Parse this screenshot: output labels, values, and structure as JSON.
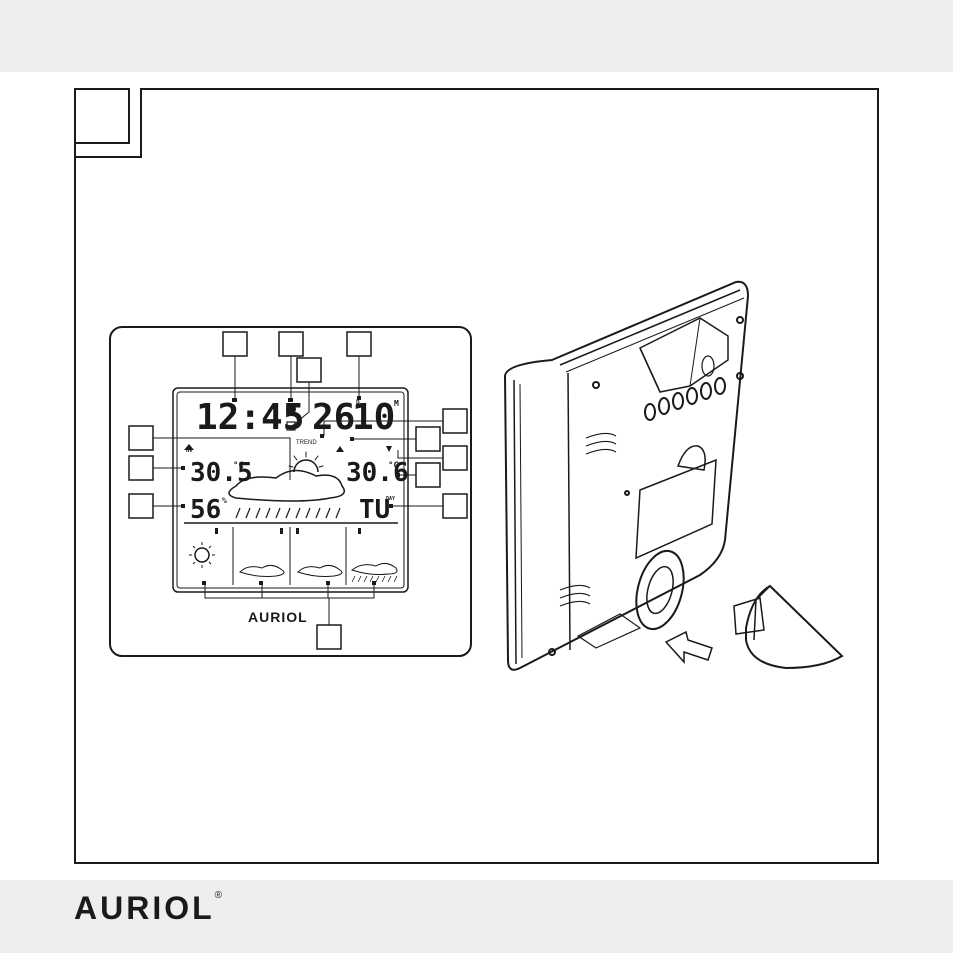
{
  "header": {
    "band_color": "#eeeeee"
  },
  "display": {
    "time": "12:45",
    "date_digits": [
      "26",
      "10"
    ],
    "date_super": "M",
    "date_sub": "D",
    "indoor_temp": "30.5",
    "indoor_temp_unit": "°C",
    "indoor_humidity": "56",
    "humidity_unit": "%",
    "outdoor_temp": "30.6",
    "outdoor_temp_unit": "°C",
    "weekday": "TU",
    "weekday_sup": "DAY",
    "trend_label": "TREND",
    "in_label": "IN",
    "brand": "AURIOL"
  },
  "icons": [
    "house-in-icon",
    "radio-signal-icon",
    "sun-icon",
    "sun-cloud-icon",
    "rain-icon",
    "antenna-icon",
    "outdoor-sensor-icon",
    "arrow-icon"
  ],
  "footer": {
    "brand": "AURIOL",
    "registered": "®"
  },
  "colors": {
    "line": "#1a1a1a",
    "paper": "#ffffff",
    "band": "#eeeeee"
  }
}
